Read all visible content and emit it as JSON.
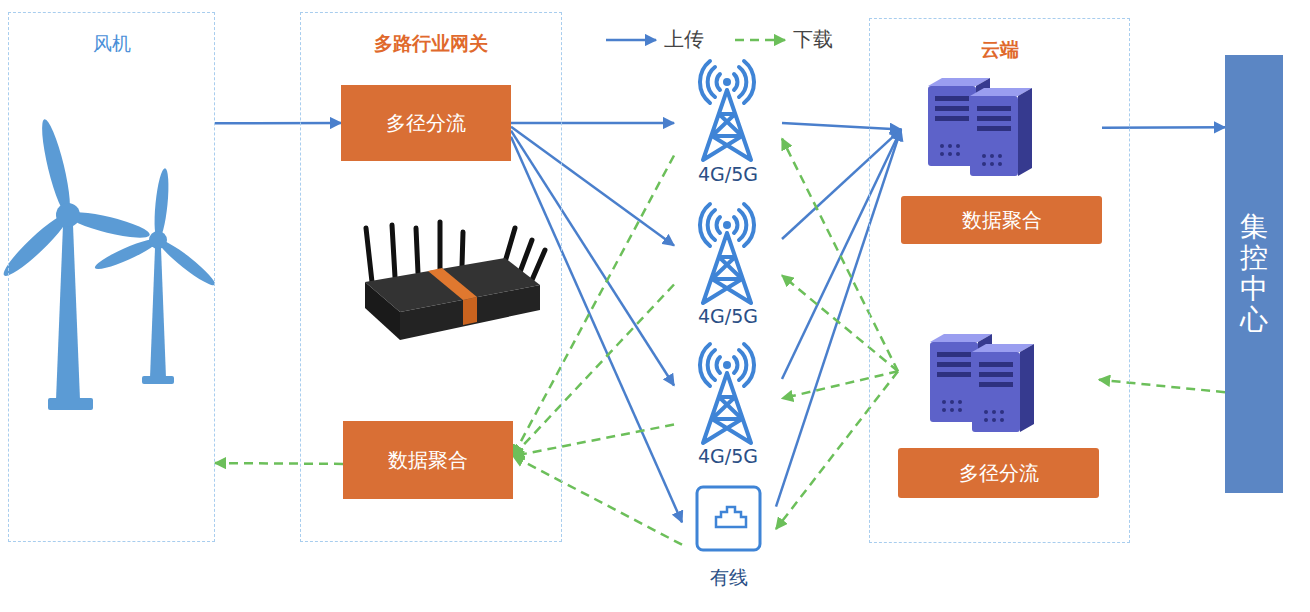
{
  "diagram": {
    "nodes": [
      {
        "text": [
          "风机"
        ]
      },
      {
        "text": [
          "多路行业网关"
        ]
      },
      {
        "text": [
          "多径分流"
        ],
        "in": 1
      },
      {
        "text": [
          "数据聚合"
        ],
        "in": 1
      },
      {
        "text": [
          "4G/5G"
        ]
      },
      {
        "text": [
          "4G/5G"
        ]
      },
      {
        "text": [
          "4G/5G"
        ]
      },
      {
        "text": [
          "有线"
        ]
      },
      {
        "text": [
          "云端"
        ]
      },
      {
        "text": [
          "数据聚合"
        ],
        "in": 8
      },
      {
        "text": [
          "多径分流"
        ],
        "in": 8
      },
      {
        "text": [
          "集控中心"
        ]
      }
    ],
    "edges": [
      {
        "from": 0,
        "to": 2,
        "arrow": "to"
      },
      {
        "from": 2,
        "to": 4,
        "arrow": "to"
      },
      {
        "from": 2,
        "to": 5,
        "arrow": "to"
      },
      {
        "from": 2,
        "to": 6,
        "arrow": "to"
      },
      {
        "from": 2,
        "to": 7,
        "arrow": "to"
      },
      {
        "from": 4,
        "to": 9,
        "arrow": "to"
      },
      {
        "from": 5,
        "to": 9,
        "arrow": "to"
      },
      {
        "from": 6,
        "to": 9,
        "arrow": "to"
      },
      {
        "from": 7,
        "to": 9,
        "arrow": "to"
      },
      {
        "from": 9,
        "to": 11,
        "arrow": "to"
      },
      {
        "from": 11,
        "to": 10,
        "arrow": "to"
      },
      {
        "from": 10,
        "to": 4,
        "arrow": "to"
      },
      {
        "from": 10,
        "to": 5,
        "arrow": "to"
      },
      {
        "from": 10,
        "to": 6,
        "arrow": "to"
      },
      {
        "from": 10,
        "to": 7,
        "arrow": "to"
      },
      {
        "from": 4,
        "to": 3,
        "arrow": "to"
      },
      {
        "from": 5,
        "to": 3,
        "arrow": "to"
      },
      {
        "from": 6,
        "to": 3,
        "arrow": "to"
      },
      {
        "from": 7,
        "to": 3,
        "arrow": "to"
      },
      {
        "from": 3,
        "to": 0,
        "arrow": "to"
      }
    ],
    "legend": [
      {
        "text": "上传"
      },
      {
        "text": "下载"
      }
    ]
  }
}
